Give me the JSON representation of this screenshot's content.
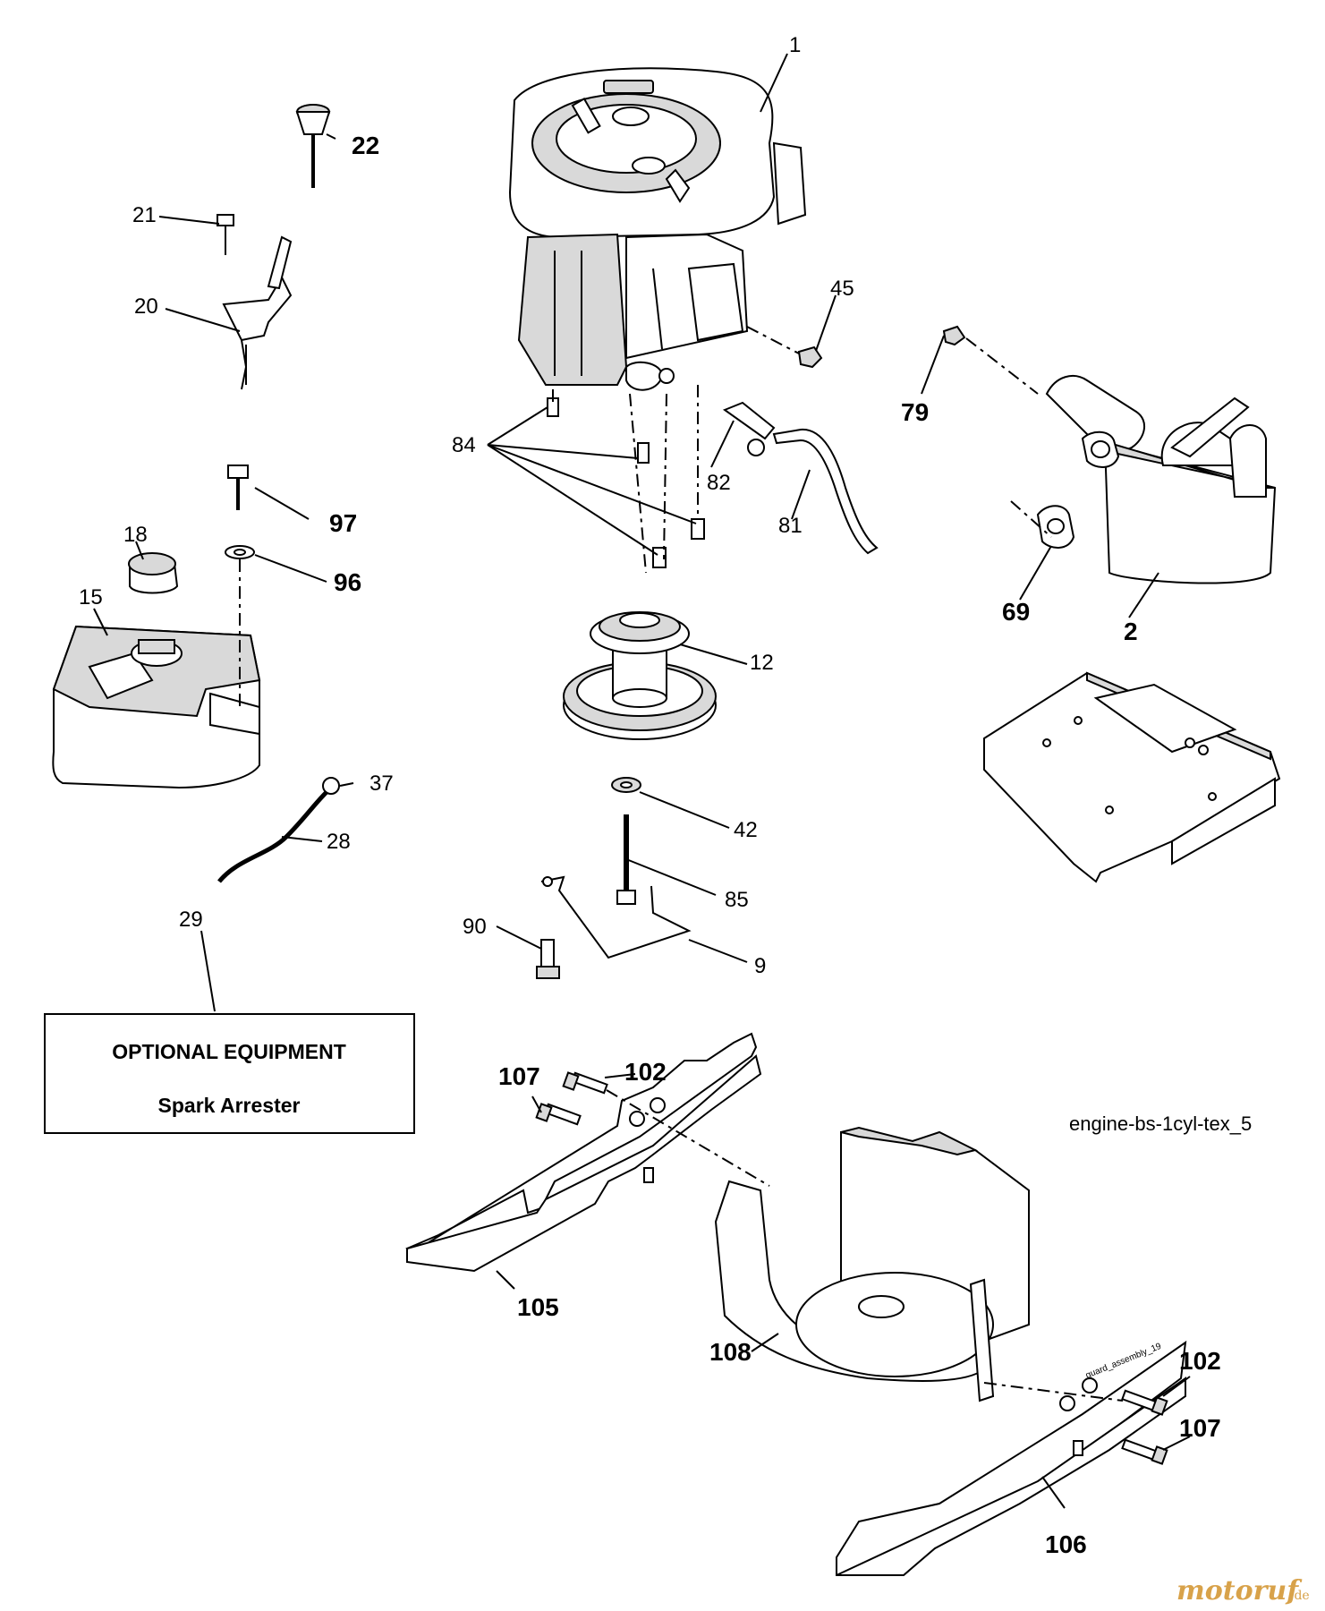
{
  "callouts": [
    {
      "id": "c1",
      "text": "1"
    },
    {
      "id": "c2",
      "text": "2"
    },
    {
      "id": "c9",
      "text": "9"
    },
    {
      "id": "c12",
      "text": "12"
    },
    {
      "id": "c15",
      "text": "15"
    },
    {
      "id": "c18",
      "text": "18"
    },
    {
      "id": "c20",
      "text": "20"
    },
    {
      "id": "c21",
      "text": "21"
    },
    {
      "id": "c22",
      "text": "22"
    },
    {
      "id": "c28",
      "text": "28"
    },
    {
      "id": "c29",
      "text": "29"
    },
    {
      "id": "c37",
      "text": "37"
    },
    {
      "id": "c42",
      "text": "42"
    },
    {
      "id": "c45",
      "text": "45"
    },
    {
      "id": "c69",
      "text": "69"
    },
    {
      "id": "c79",
      "text": "79"
    },
    {
      "id": "c81",
      "text": "81"
    },
    {
      "id": "c82",
      "text": "82"
    },
    {
      "id": "c84",
      "text": "84"
    },
    {
      "id": "c85",
      "text": "85"
    },
    {
      "id": "c90",
      "text": "90"
    },
    {
      "id": "c96",
      "text": "96"
    },
    {
      "id": "c97",
      "text": "97"
    },
    {
      "id": "c102a",
      "text": "102"
    },
    {
      "id": "c102b",
      "text": "102"
    },
    {
      "id": "c105",
      "text": "105"
    },
    {
      "id": "c106",
      "text": "106"
    },
    {
      "id": "c107a",
      "text": "107"
    },
    {
      "id": "c107b",
      "text": "107"
    },
    {
      "id": "c108",
      "text": "108"
    }
  ],
  "optional_box": {
    "title": "OPTIONAL EQUIPMENT",
    "item": "Spark Arrester"
  },
  "diagram_id": "engine-bs-1cyl-tex_5",
  "small_print": "guard_assembly_19",
  "watermark": {
    "brand": "motoruf",
    "suffix": ".de"
  }
}
